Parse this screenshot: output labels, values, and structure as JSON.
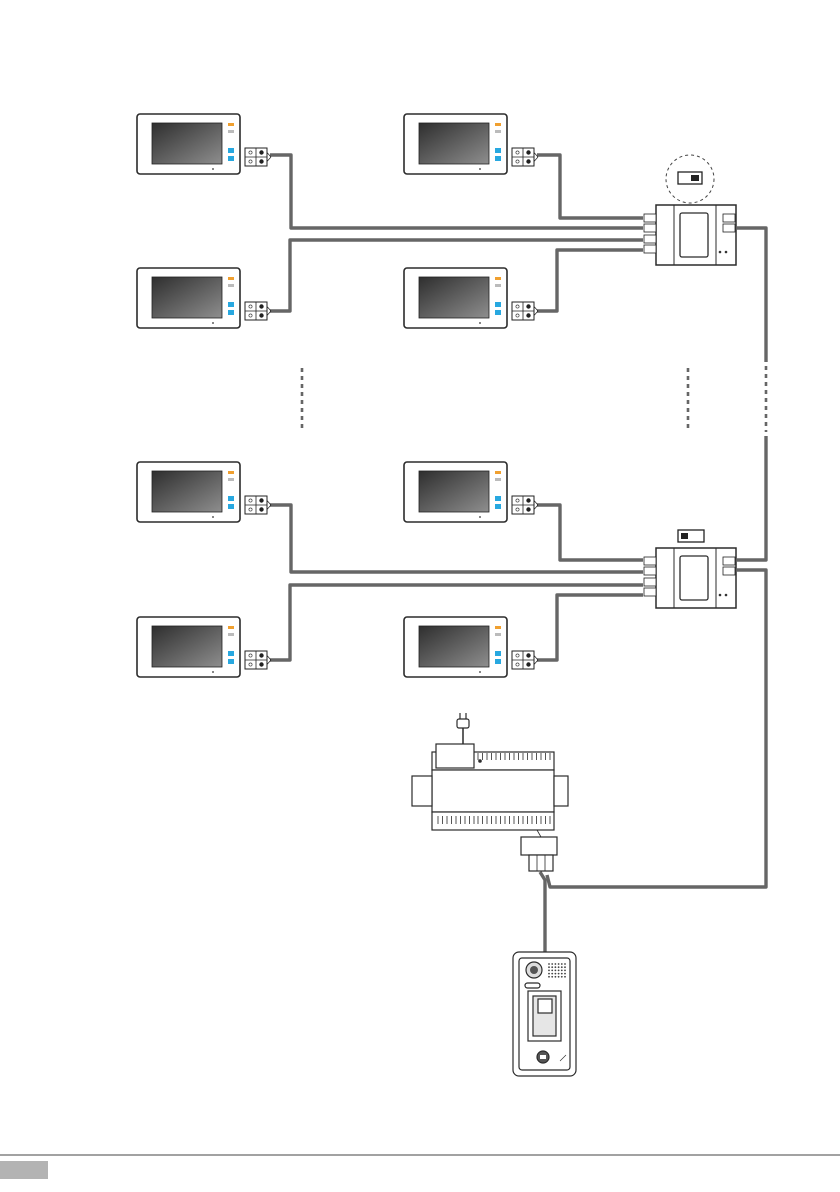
{
  "diagram": {
    "type": "video-intercom-wiring",
    "monitors": [
      {
        "group": 1,
        "column": "left",
        "position": 1
      },
      {
        "group": 1,
        "column": "right",
        "position": 1
      },
      {
        "group": 1,
        "column": "left",
        "position": 2
      },
      {
        "group": 1,
        "column": "right",
        "position": 2
      },
      {
        "group": 2,
        "column": "left",
        "position": 1
      },
      {
        "group": 2,
        "column": "right",
        "position": 1
      },
      {
        "group": 2,
        "column": "left",
        "position": 2
      },
      {
        "group": 2,
        "column": "right",
        "position": 2
      }
    ],
    "distributors": [
      {
        "id": "distributor-1",
        "dip_switch_callout": true,
        "switch_position": "right"
      },
      {
        "id": "distributor-2",
        "dip_switch_callout": false,
        "switch_position": "left"
      }
    ],
    "power_supply": {
      "present": true,
      "plug": true
    },
    "door_station": {
      "camera": true,
      "speaker_grille": true,
      "name_tag": true,
      "call_button": true
    },
    "continuation_marks": [
      "between-groups-left",
      "between-groups-right",
      "bus-continuation"
    ],
    "colors": {
      "wire": "#666666",
      "device_outline": "#333333",
      "screen_dark": "#3a3a3a",
      "screen_light": "#8a8a8a",
      "indicator_orange": "#f0a030",
      "indicator_cyan": "#28a8e0",
      "page_tab": "#b3b3b3"
    }
  }
}
